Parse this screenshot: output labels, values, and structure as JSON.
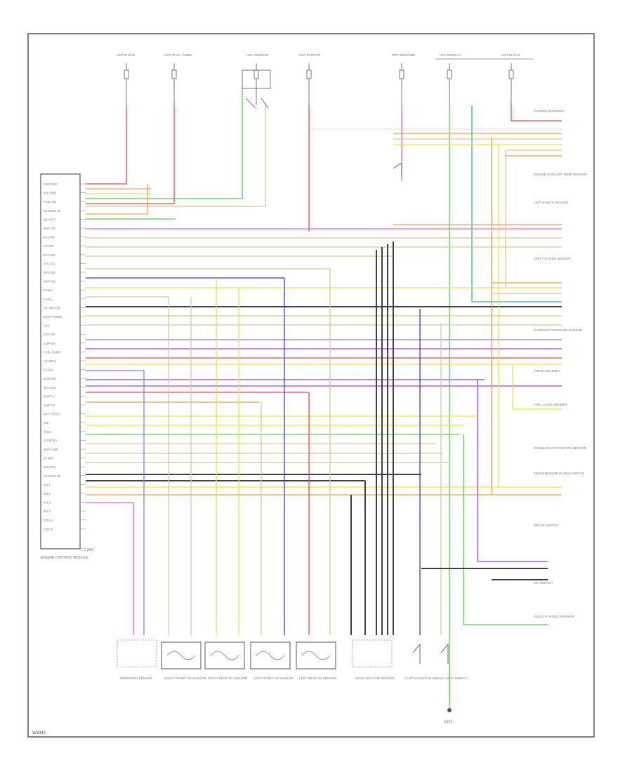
{
  "colors": {
    "red": "#f04848",
    "orange": "#f4a040",
    "yellow": "#f0e040",
    "green": "#50d050",
    "blue": "#3838f0",
    "violet": "#a040f0",
    "pink": "#f060f0",
    "tan": "#d8c890",
    "gray": "#b0b0b0",
    "black": "#404040",
    "teal": "#40b0b0",
    "lightblue": "#8080f0",
    "frame": "#555555"
  },
  "labels": {
    "corner_code": "W3042",
    "module_caption": "ENGINE CONTROL MODULE",
    "pin_footer": "C1 (BK)",
    "ground": "G101"
  },
  "fuse_labels": [
    "HOT IN RUN",
    "HOT AT ALL TIMES",
    "LEFT REMOTE",
    "HOT IN START",
    "HOT W/ENGINE",
    "HOT W/RELAY",
    "HOT IN RUN"
  ],
  "module_pins": [
    "ENG GND",
    "IGN PWR",
    "FUEL INJ",
    "O2 SENS B1",
    "O2 HEAT",
    "MAF SIG",
    "KS GND",
    "IAT SIG",
    "ECT SIG",
    "TPS SIG",
    "TPS REF",
    "MAP SIG",
    "CAN H",
    "CAN L",
    "IAC MOTOR",
    "EVAP PURGE",
    "VSS",
    "CKP SIG",
    "CMP SIG",
    "FUEL PUMP",
    "A/C REQ",
    "KS SIG",
    "EGR SOL",
    "TCC SOL",
    "SHIFT A",
    "SHIFT B",
    "BATT FEED",
    "MIL",
    "TACH",
    "STARTER",
    "DATA LINK",
    "5V REF",
    "SIG RTN",
    "O2 SENS B2",
    "INJ 1",
    "INJ 2",
    "INJ 3",
    "INJ 4",
    "COIL A",
    "COIL B"
  ],
  "right_labels": [
    "CHARGE WARNING",
    "ENGINE COOLANT TEMP SENSOR",
    "LEFT KNOCK SENSOR",
    "LEFT OXYGEN SENSOR",
    "CAMSHAFT POSITION SENSOR",
    "THROTTLE BODY",
    "FUEL LEVEL SENDER",
    "CRANKSHAFT POSITION SENSOR",
    "TRANSMISSION RANGE SWITCH",
    "BRAKE SWITCH",
    "A/C SWITCH",
    "VEHICLE SPEED SENSOR"
  ],
  "bottom_components": [
    "PRESSURE SENSOR",
    "RIGHT FRONT O2 SENSOR",
    "RIGHT REAR O2 SENSOR",
    "LEFT FRONT O2 SENSOR",
    "LEFT REAR O2 SENSOR",
    "MASS AIRFLOW SENSOR",
    "CLUTCH SWITCH",
    "BRAKE LIGHT SWITCH"
  ]
}
